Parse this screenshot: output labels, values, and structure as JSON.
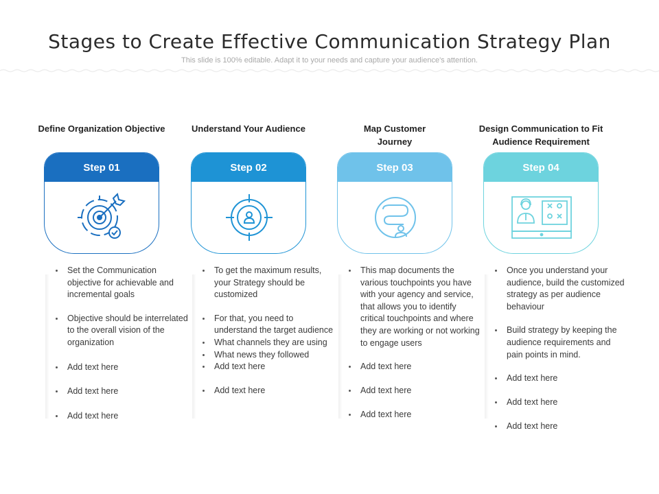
{
  "title": "Stages to Create Effective Communication Strategy Plan",
  "subtitle": "This slide is 100% editable. Adapt it to your needs and capture your audience's attention.",
  "stages": [
    {
      "heading": "Define Organization Objective",
      "step": "Step 01",
      "color": "#1a6fc0",
      "icon": "target-arrow-icon",
      "bullets": [
        "Set the Communication objective for achievable and incremental goals",
        "Objective should be interrelated to the overall vision of the organization",
        "Add text here",
        "Add text here",
        "Add text here"
      ]
    },
    {
      "heading": "Understand Your Audience",
      "step": "Step 02",
      "color": "#1e93d5",
      "icon": "crosshair-person-icon",
      "bullets": [
        "To get the maximum results, your Strategy should be customized",
        "For that, you need to understand the target audience",
        "What channels they are using",
        "What news they followed",
        "Add text here",
        "Add text here"
      ]
    },
    {
      "heading": "Map Customer Journey",
      "step": "Step 03",
      "color": "#6fc2ea",
      "icon": "journey-path-icon",
      "bullets": [
        "This map documents the various touchpoints you have with your agency and service, that allows you to identify critical touchpoints and where they are working or not working to engage users",
        "Add text here",
        "Add text here",
        "Add text here"
      ]
    },
    {
      "heading": "Design Communication to Fit Audience Requirement",
      "step": "Step 04",
      "color": "#6dd3de",
      "icon": "presentation-board-icon",
      "bullets": [
        "Once you understand your audience, build the customized strategy as per audience behaviour",
        "Build strategy by keeping the audience requirements and pain points in mind.",
        "Add text here",
        "Add text here",
        "Add text here"
      ]
    }
  ]
}
